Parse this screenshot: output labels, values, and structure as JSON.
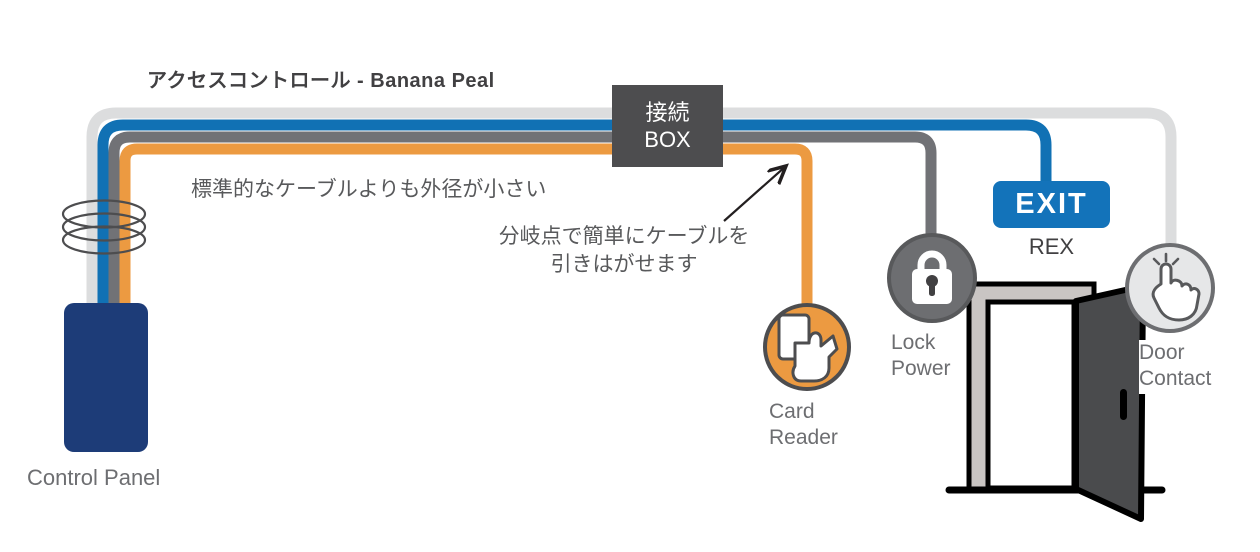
{
  "title": "アクセスコントロール - Banana Peal",
  "junction_box": {
    "line1": "接続",
    "line2": "BOX"
  },
  "notes": {
    "cable_note": "標準的なケーブルよりも外径が小さい",
    "branch_note_line1": "分岐点で簡単にケーブルを",
    "branch_note_line2": "引きはがせます"
  },
  "devices": {
    "control_panel": {
      "label": "Control Panel"
    },
    "card_reader": {
      "label_line1": "Card",
      "label_line2": "Reader"
    },
    "lock_power": {
      "label_line1": "Lock",
      "label_line2": "Power"
    },
    "exit_button": {
      "label": "EXIT",
      "sublabel": "REX"
    },
    "door_contact": {
      "label_line1": "Door",
      "label_line2": "Contact"
    }
  },
  "icons": {
    "card_reader": "card-in-hand-icon",
    "lock_power": "padlock-icon",
    "door_contact": "tap-hand-icon"
  },
  "colors": {
    "cable_lightgray": "#dcddde",
    "cable_blue": "#1171b4",
    "cable_gray": "#717276",
    "cable_orange": "#ec9a41",
    "junction_box_bg": "#4d4d4f",
    "exit_button_bg": "#1373ba",
    "control_panel_fill": "#1d3c78",
    "lock_circle_fill": "#6d6e71",
    "door_contact_circle_fill": "#e6e7e8",
    "door_leaf_fill": "#4a4b4d",
    "door_frame_fill": "#c9c5c3",
    "label_text": "#6d6e71",
    "title_text": "#414042",
    "note_text": "#58595b"
  }
}
